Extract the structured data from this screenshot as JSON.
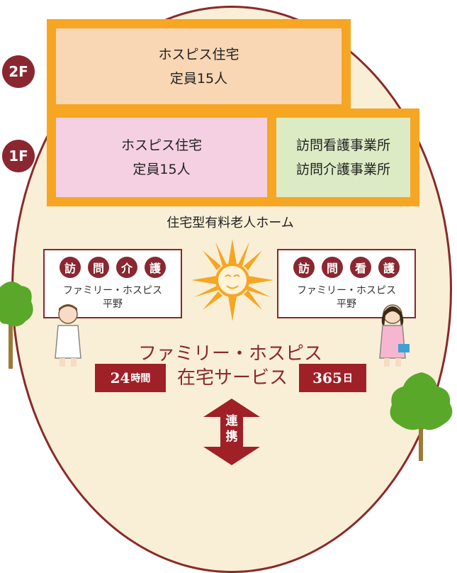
{
  "building": {
    "floor2": {
      "badge": "2F",
      "line1": "ホスピス住宅",
      "line2": "定員15人"
    },
    "floor1": {
      "badge": "1F",
      "left": {
        "line1": "ホスピス住宅",
        "line2": "定員15人"
      },
      "right": {
        "line1": "訪問看護事業所",
        "line2": "訪問介護事業所"
      }
    },
    "type_label": "住宅型有料老人ホーム"
  },
  "services": {
    "left": {
      "chars": [
        "訪",
        "問",
        "介",
        "護"
      ],
      "name_line1": "ファミリー・ホスピス",
      "name_line2": "平野"
    },
    "right": {
      "chars": [
        "訪",
        "問",
        "看",
        "護"
      ],
      "name_line1": "ファミリー・ホスピス",
      "name_line2": "平野"
    }
  },
  "main": {
    "title": "ファミリー・ホスピス",
    "subtitle": "在宅サービス",
    "badge_24_num": "24",
    "badge_24_unit": "時間",
    "badge_365_num": "365",
    "badge_365_unit": "日"
  },
  "link": {
    "char1": "連",
    "char2": "携"
  },
  "colors": {
    "accent_orange": "#f6a623",
    "dark_red": "#8a2730",
    "circle_fill": "#f8efd6",
    "floor2_fill": "#f9d7b4",
    "floor1_left_fill": "#f5d0e2",
    "floor1_right_fill": "#dcebc4",
    "tree_green": "#5aa82a"
  },
  "icons": [
    "sun-icon",
    "tree-icon",
    "nurse-icon",
    "link-arrow-icon"
  ]
}
